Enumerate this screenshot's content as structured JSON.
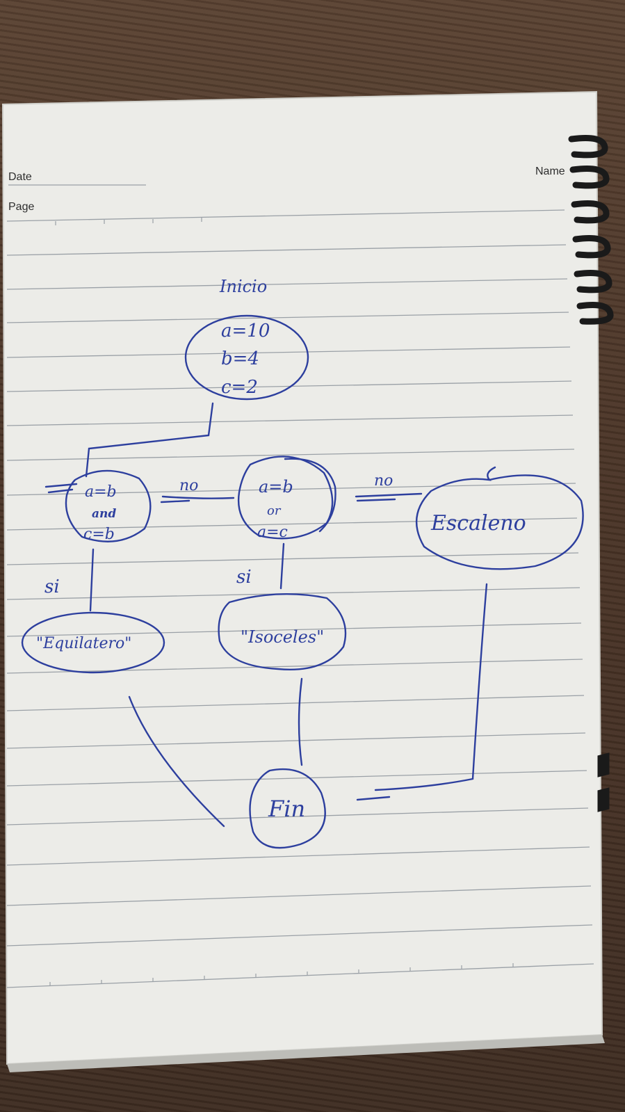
{
  "header": {
    "date_label": "Date",
    "page_label": "Page",
    "name_label": "Name"
  },
  "flowchart": {
    "start_label": "Inicio",
    "init_lines": [
      "a=10",
      "b=4",
      "c=2"
    ],
    "decision1_lines": [
      "a=b",
      "and",
      "c=b"
    ],
    "decision2_lines": [
      "a=b",
      "or",
      "a=c"
    ],
    "no_label_1": "no",
    "no_label_2": "no",
    "si_label_1": "si",
    "si_label_2": "si",
    "result_equilatero": "\"Equilatero\"",
    "result_isosceles": "\"Isoceles\"",
    "result_escaleno": "Escaleno",
    "end_label": "Fin"
  },
  "colors": {
    "ink": "#2d3f9e",
    "paper": "#eeeeea",
    "table": "#4b3527",
    "ruling": "#8a8f96"
  }
}
